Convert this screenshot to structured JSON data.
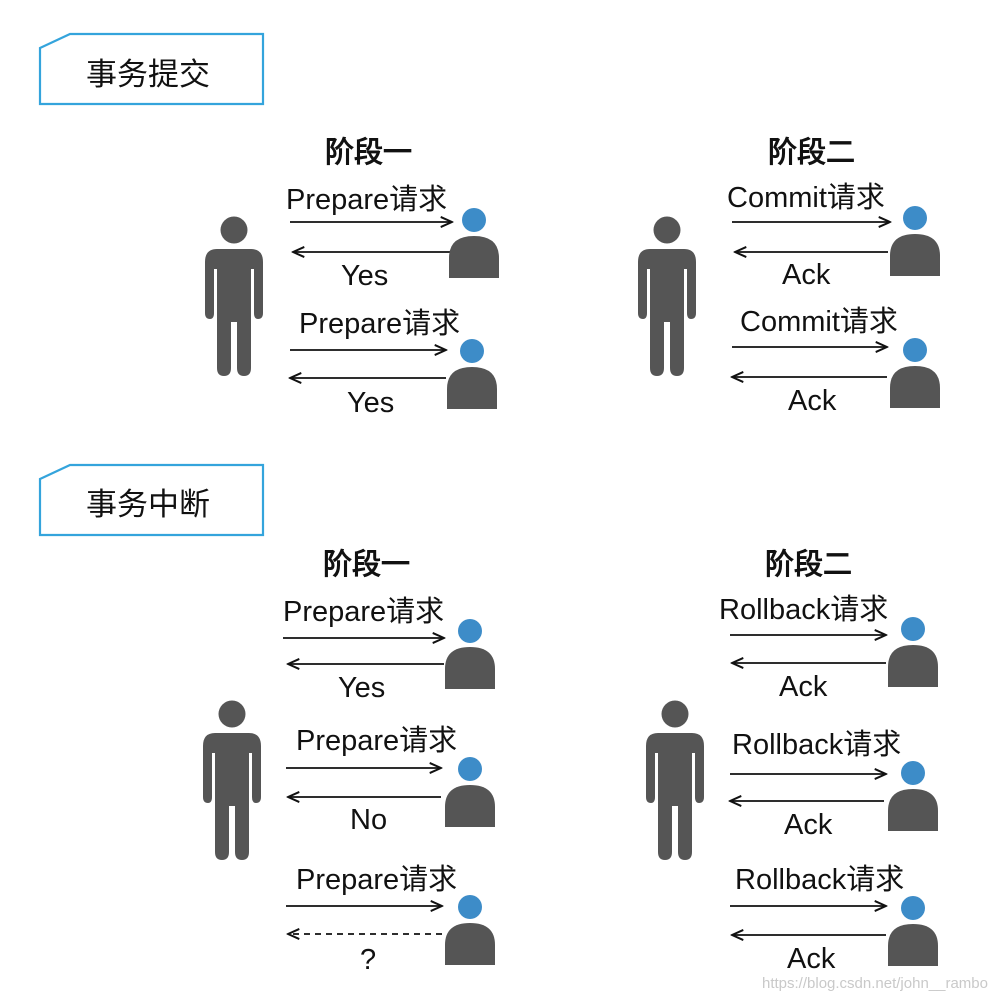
{
  "sections": [
    {
      "title": "事务提交",
      "phases": [
        {
          "label": "阶段一",
          "exchanges": [
            {
              "request": "Prepare请求",
              "response": "Yes",
              "dashed": false
            },
            {
              "request": "Prepare请求",
              "response": "Yes",
              "dashed": false
            }
          ]
        },
        {
          "label": "阶段二",
          "exchanges": [
            {
              "request": "Commit请求",
              "response": "Ack",
              "dashed": false
            },
            {
              "request": "Commit请求",
              "response": "Ack",
              "dashed": false
            }
          ]
        }
      ]
    },
    {
      "title": "事务中断",
      "phases": [
        {
          "label": "阶段一",
          "exchanges": [
            {
              "request": "Prepare请求",
              "response": "Yes",
              "dashed": false
            },
            {
              "request": "Prepare请求",
              "response": "No",
              "dashed": false
            },
            {
              "request": "Prepare请求",
              "response": "?",
              "dashed": true
            }
          ]
        },
        {
          "label": "阶段二",
          "exchanges": [
            {
              "request": "Rollback请求",
              "response": "Ack",
              "dashed": false
            },
            {
              "request": "Rollback请求",
              "response": "Ack",
              "dashed": false
            },
            {
              "request": "Rollback请求",
              "response": "Ack",
              "dashed": false
            }
          ]
        }
      ]
    }
  ],
  "watermark": "https://blog.csdn.net/john__rambo",
  "colors": {
    "figure": "#555555",
    "participant_head": "#3d8cc8",
    "tab_border": "#34a4dc",
    "arrow": "#111111"
  },
  "icons": {
    "coordinator": "person-icon",
    "participant": "participant-icon"
  }
}
